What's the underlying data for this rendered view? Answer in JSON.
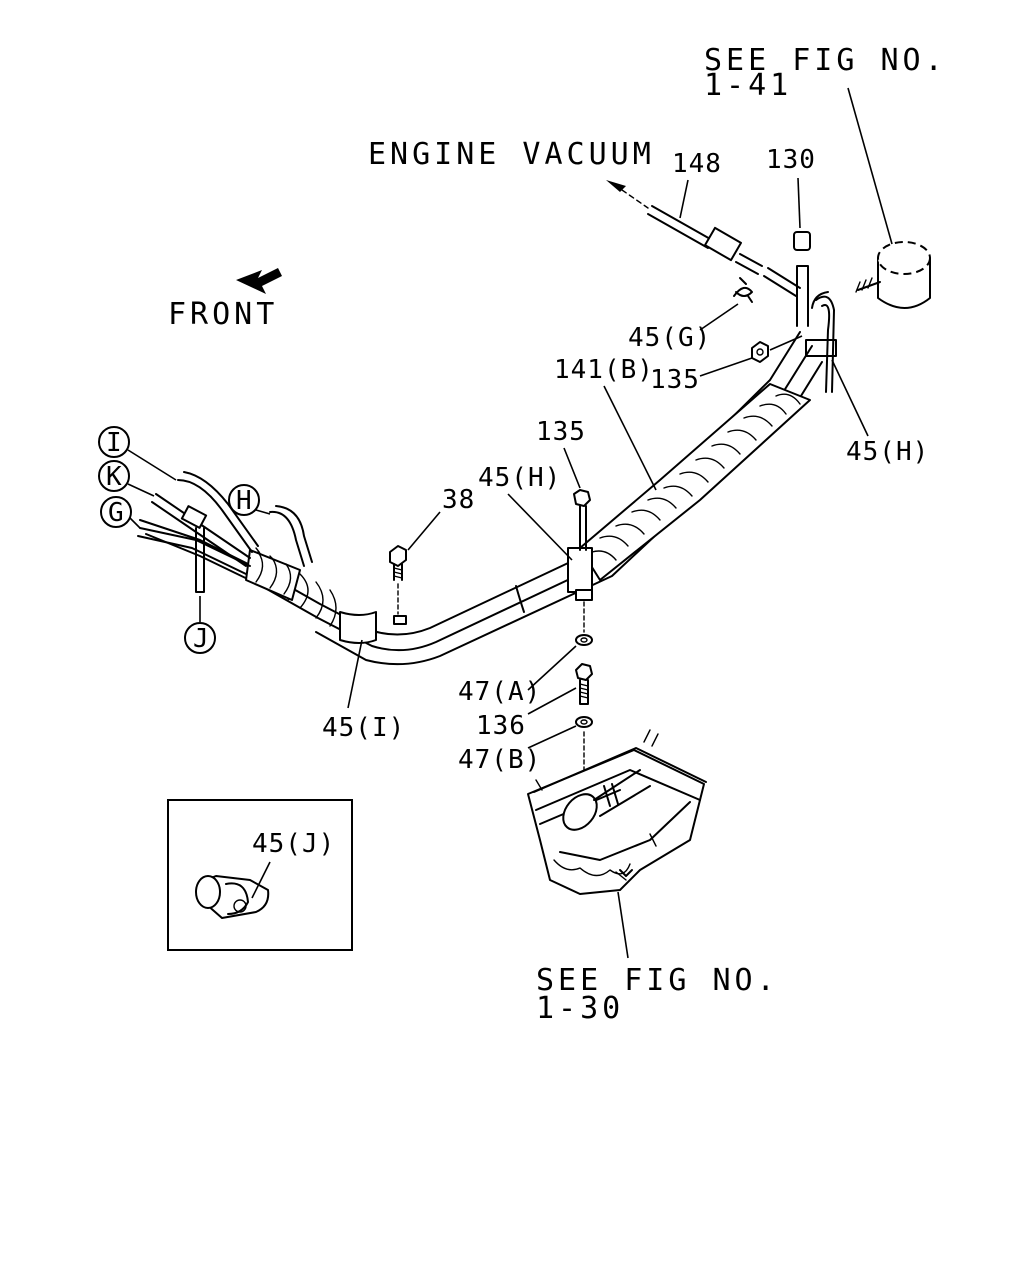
{
  "references": {
    "top_line1": "SEE FIG NO.",
    "top_line2": "1-41",
    "bottom_line1": "SEE FIG NO.",
    "bottom_line2": "1-30"
  },
  "engine_vacuum": "ENGINE VACUUM",
  "front": "FRONT",
  "callouts": {
    "p148": "148",
    "p130": "130",
    "p45G": "45(G)",
    "p141B": "141(B)",
    "p135_upper": "135",
    "p45H_right": "45(H)",
    "p135_mid": "135",
    "p45H_mid": "45(H)",
    "p38": "38",
    "p47A": "47(A)",
    "p136": "136",
    "p47B": "47(B)",
    "p45I": "45(I)",
    "p45J": "45(J)"
  },
  "connectors": {
    "I": "I",
    "K": "K",
    "G": "G",
    "H": "H",
    "J": "J"
  }
}
